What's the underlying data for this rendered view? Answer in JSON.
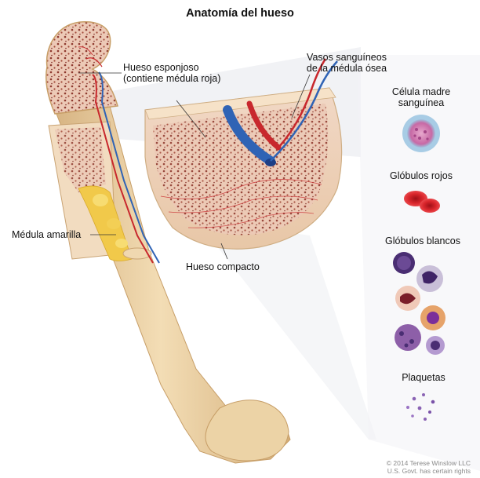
{
  "title": "Anatomía del hueso",
  "labels": {
    "spongy_line1": "Hueso esponjoso",
    "spongy_line2": "(contiene médula roja)",
    "vessels_line1": "Vasos sanguíneos",
    "vessels_line2": "de la médula ósea",
    "stem_line1": "Célula madre",
    "stem_line2": "sanguínea",
    "red_cells": "Glóbulos rojos",
    "white_cells": "Glóbulos blancos",
    "platelets": "Plaquetas",
    "yellow_marrow": "Médula amarilla",
    "compact_bone": "Hueso compacto"
  },
  "credit": {
    "line1": "© 2014 Terese Winslow LLC",
    "line2": "U.S. Govt. has certain rights"
  },
  "colors": {
    "bone": "#ecd3a6",
    "bone_shadow": "#d9b786",
    "spongy": "#e9c6b4",
    "marrow_red": "#8c2f2a",
    "yellow_marrow": "#f1c94a",
    "artery": "#c8282d",
    "vein": "#2f63b5",
    "stem_cell": "#c86aa6",
    "red_cell": "#d9252b",
    "white_cell_purple": "#4a2e73",
    "platelet": "#8a63b4"
  }
}
